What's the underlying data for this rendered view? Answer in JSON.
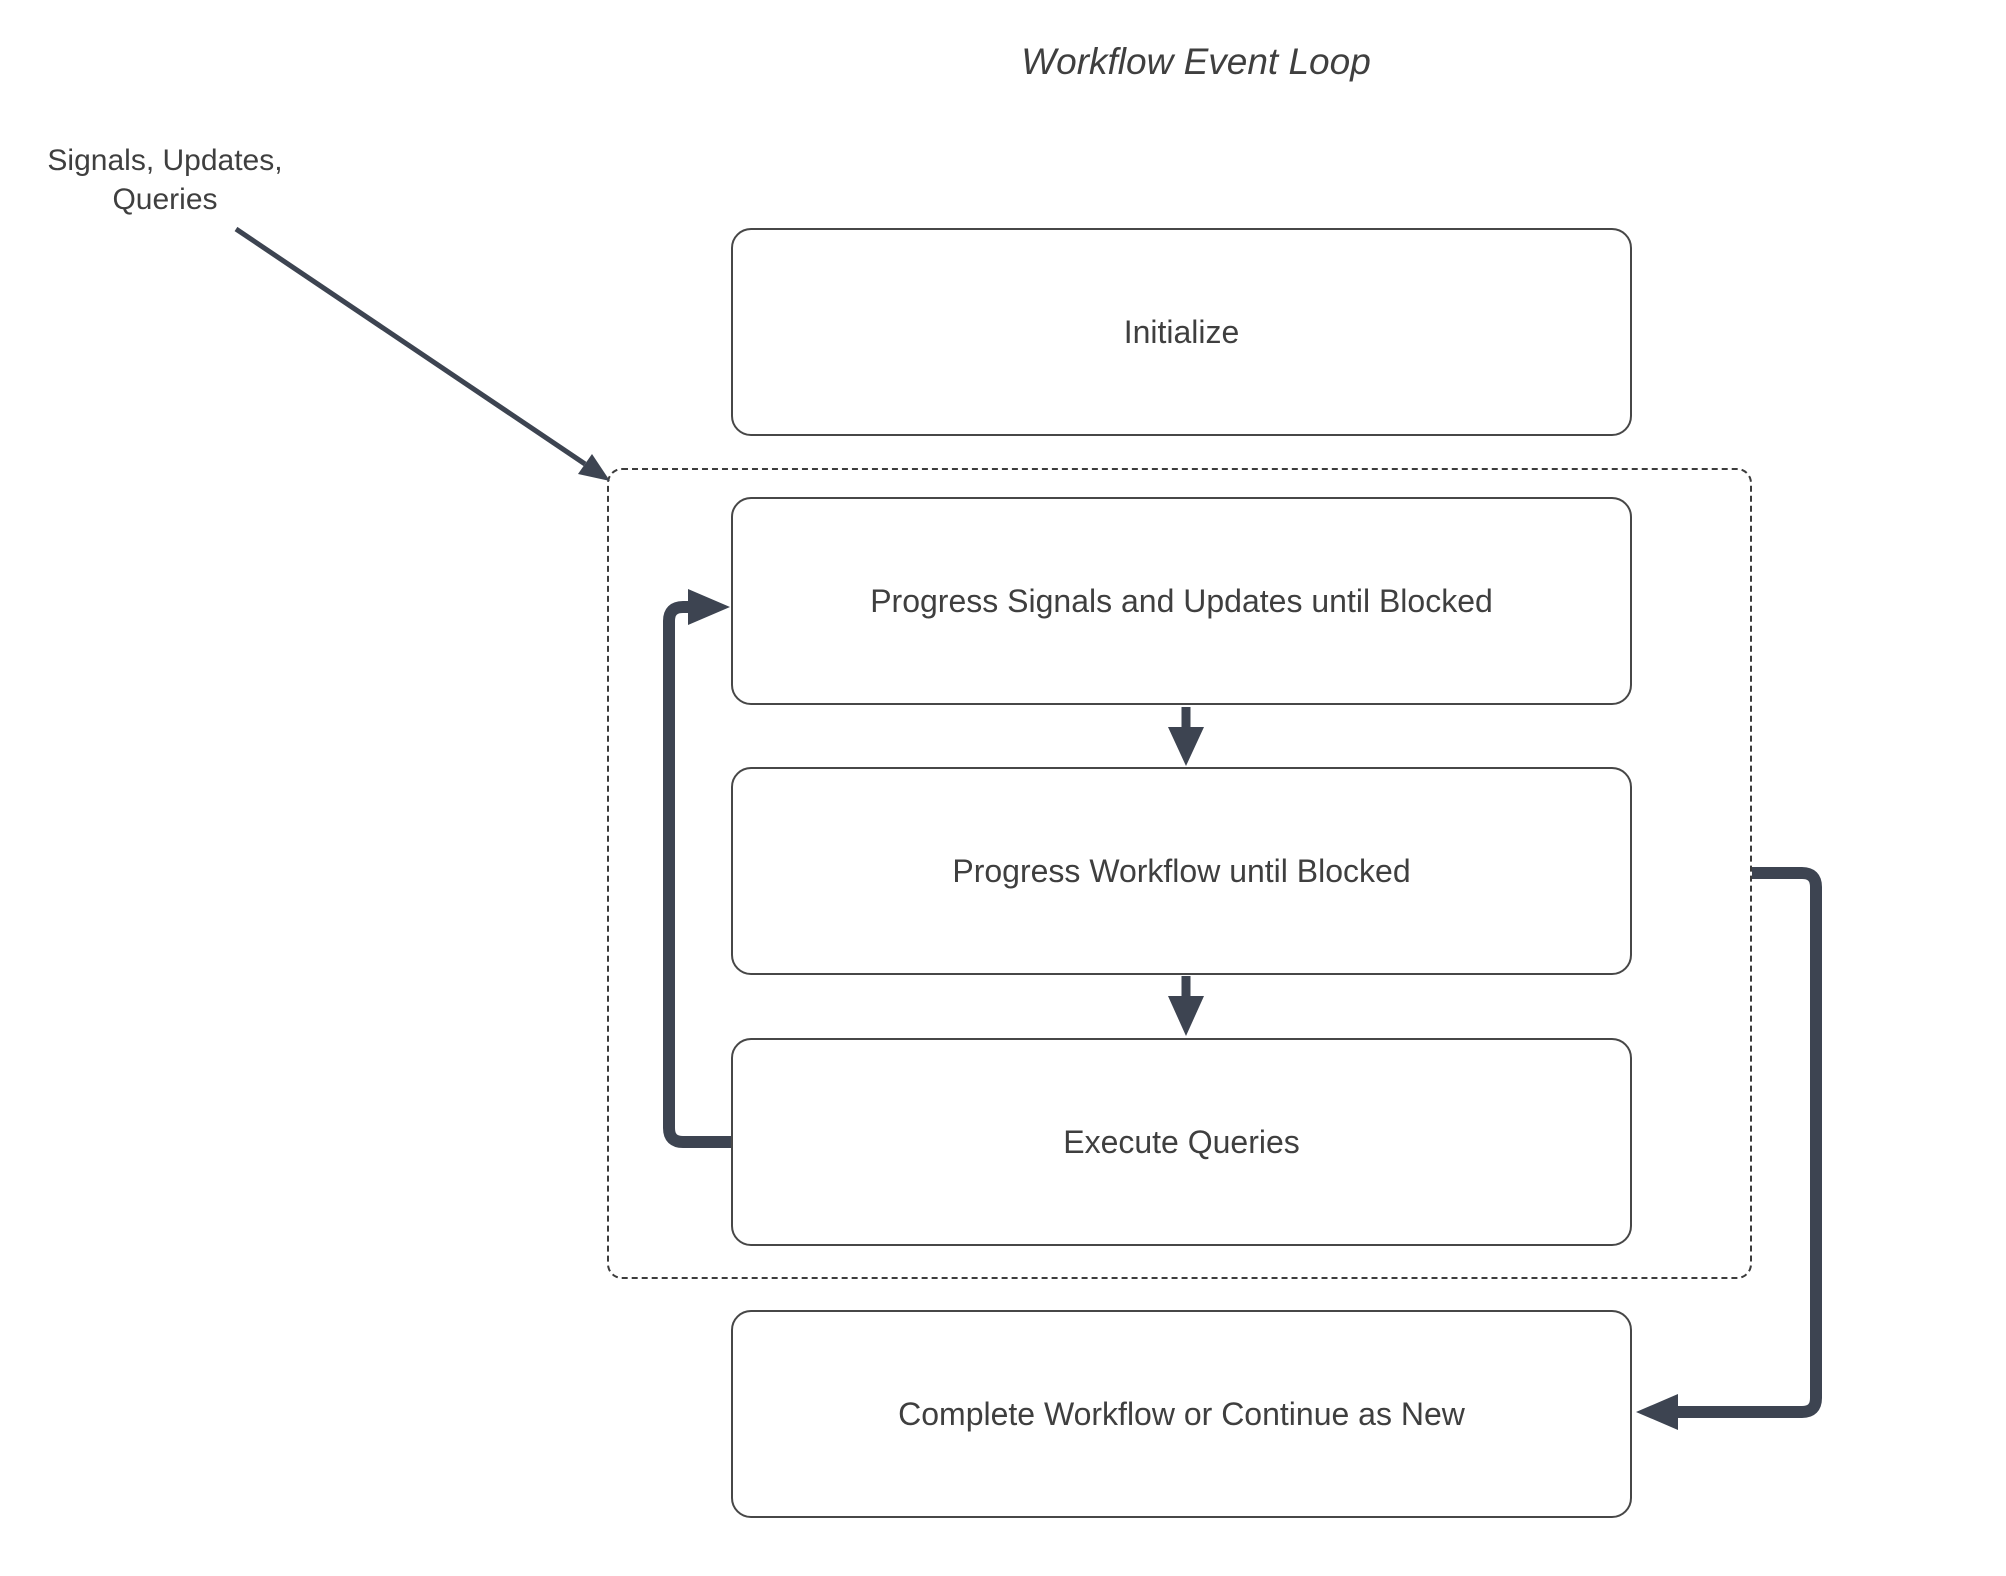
{
  "title": "Workflow Event Loop",
  "annotation": {
    "line1": "Signals, Updates,",
    "line2": "Queries"
  },
  "boxes": {
    "initialize": "Initialize",
    "progress_signals": "Progress Signals and Updates until Blocked",
    "progress_workflow": "Progress Workflow until Blocked",
    "execute_queries": "Execute Queries",
    "complete": "Complete Workflow or Continue as New"
  },
  "colors": {
    "arrow": "#3d4451",
    "box_border": "#474747",
    "dashed_border": "#3c3c3c",
    "text": "#3f3f3f",
    "background": "#ffffff"
  }
}
